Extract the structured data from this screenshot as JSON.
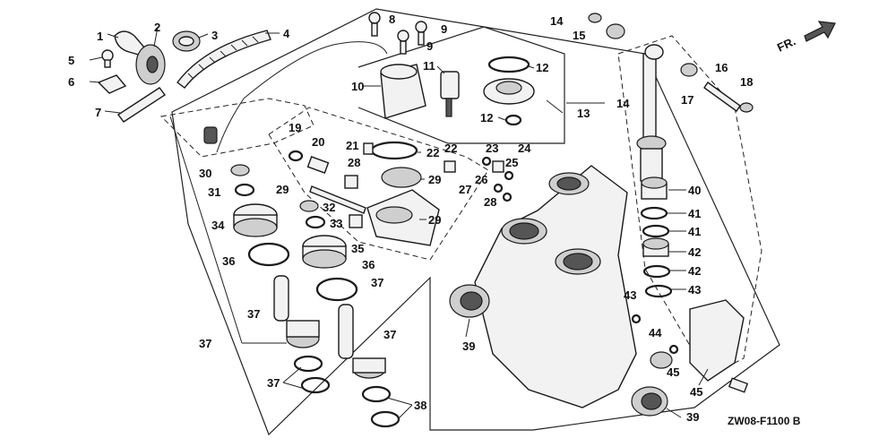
{
  "diagram_code": "ZW08-F1100 B",
  "direction_label": "FR.",
  "callouts": [
    "1",
    "2",
    "3",
    "4",
    "5",
    "6",
    "7",
    "8",
    "9",
    "9",
    "10",
    "11",
    "12",
    "12",
    "13",
    "14",
    "14",
    "15",
    "16",
    "17",
    "18",
    "19",
    "20",
    "21",
    "22",
    "22",
    "23",
    "24",
    "25",
    "26",
    "27",
    "28",
    "28",
    "29",
    "29",
    "29",
    "30",
    "31",
    "32",
    "33",
    "34",
    "35",
    "36",
    "36",
    "37",
    "37",
    "37",
    "37",
    "37",
    "38",
    "39",
    "39",
    "40",
    "41",
    "41",
    "42",
    "42",
    "43",
    "43",
    "44",
    "45",
    "45"
  ]
}
